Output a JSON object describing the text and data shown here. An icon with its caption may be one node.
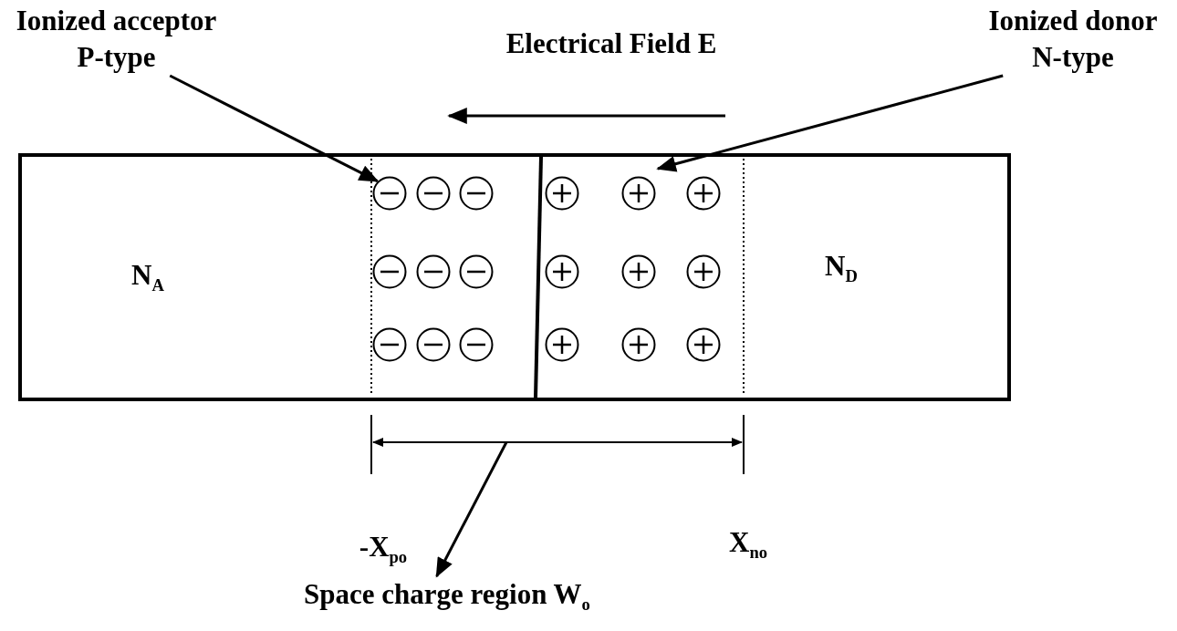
{
  "diagram": {
    "nodes": [
      {
        "text": [
          "Ionized acceptor P-type"
        ]
      },
      {
        "text": [
          "Ionized donor N-type"
        ]
      },
      {
        "text": [
          "Space charge region W$_{o}$"
        ]
      },
      {
        "text": [
          "N$_{A}$",
          "N$_{D}$"
        ]
      },
      {
        "text": [],
        "shape": "circle",
        "in": 3
      },
      {
        "text": [],
        "shape": "circle",
        "in": 3
      },
      {
        "text": [],
        "shape": "circle",
        "in": 3
      },
      {
        "text": [],
        "shape": "circle",
        "in": 3
      },
      {
        "text": [],
        "shape": "circle",
        "in": 3
      },
      {
        "text": [],
        "shape": "circle",
        "in": 3
      },
      {
        "text": [],
        "shape": "circle",
        "in": 3
      },
      {
        "text": [],
        "shape": "circle",
        "in": 3
      },
      {
        "text": [],
        "shape": "circle",
        "in": 3
      },
      {
        "text": [],
        "shape": "circle",
        "in": 3
      },
      {
        "text": [],
        "shape": "circle",
        "in": 3
      },
      {
        "text": [],
        "shape": "circle",
        "in": 3
      },
      {
        "text": [],
        "shape": "circle",
        "in": 3
      },
      {
        "text": [],
        "shape": "circle",
        "in": 3
      },
      {
        "text": [],
        "shape": "circle",
        "in": 3
      },
      {
        "text": [],
        "shape": "circle",
        "in": 3
      },
      {
        "text": [],
        "shape": "circle",
        "in": 3
      },
      {
        "text": [],
        "shape": "circle",
        "in": 3
      }
    ],
    "edges": [
      {
        "from": 0,
        "to": 4,
        "arrow": "to"
      },
      {
        "from": 1,
        "to": 8,
        "arrow": "to"
      },
      {
        "from": null,
        "to": 2,
        "arrow": "to"
      }
    ],
    "labels": [
      "Electrical Field E",
      "-X$_{po}$",
      "X$_{no}$"
    ]
  }
}
